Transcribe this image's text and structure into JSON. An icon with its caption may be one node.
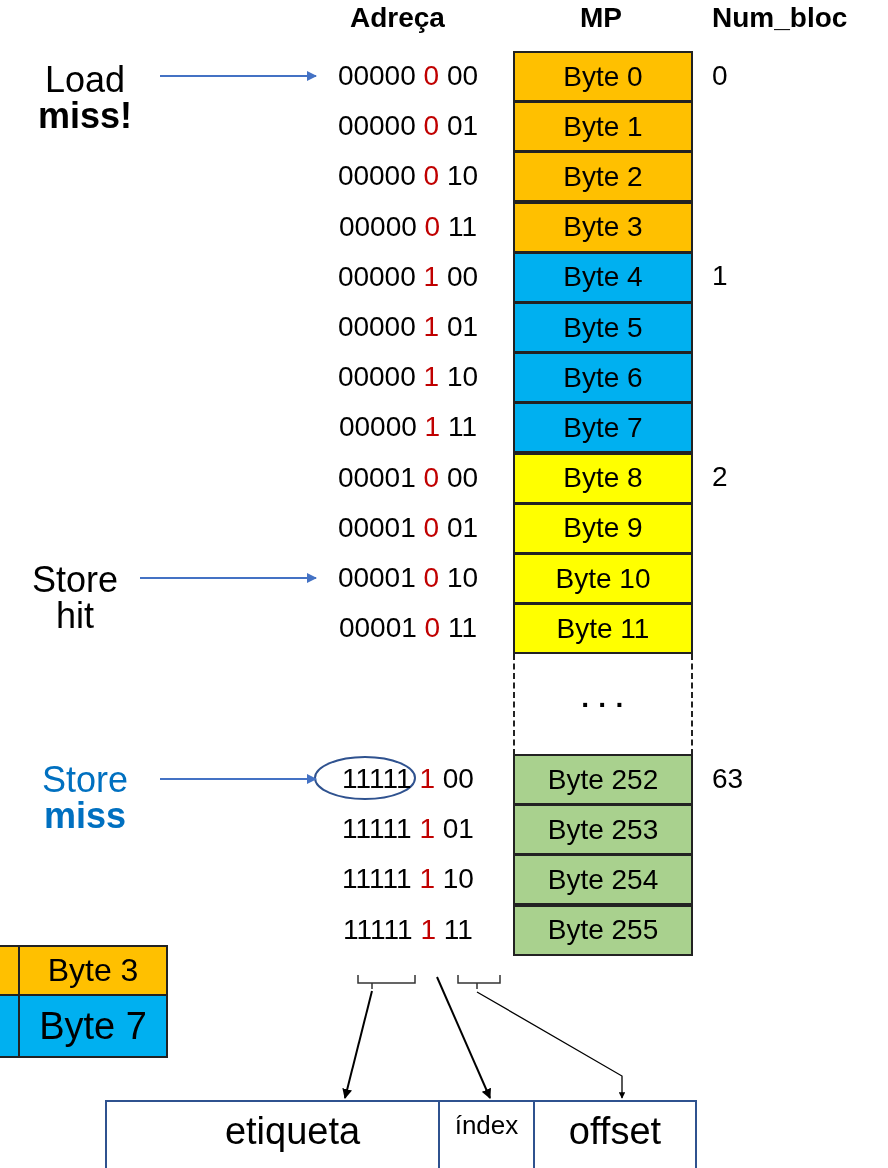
{
  "diagram": {
    "nodes": [
      {
        "text": [
          "Load **miss!**"
        ]
      },
      {
        "text": [
          "Store hit"
        ]
      },
      {
        "text": [
          "Store **miss**"
        ]
      },
      {
        "text": [
          "00000 0 00"
        ]
      },
      {
        "text": [
          "00000 0 01"
        ]
      },
      {
        "text": [
          "00000 0 10"
        ]
      },
      {
        "text": [
          "00000 0 11"
        ]
      },
      {
        "text": [
          "00000 1 00"
        ]
      },
      {
        "text": [
          "00000 1 01"
        ]
      },
      {
        "text": [
          "00000 1 10"
        ]
      },
      {
        "text": [
          "00000 1 11"
        ]
      },
      {
        "text": [
          "00001 0 00"
        ]
      },
      {
        "text": [
          "00001 0 01"
        ]
      },
      {
        "text": [
          "00001 0 10"
        ]
      },
      {
        "text": [
          "00001 0 11"
        ]
      },
      {
        "text": [
          "11111 1 00"
        ]
      },
      {
        "text": [
          "11111 1 01"
        ]
      },
      {
        "text": [
          "11111 1 10"
        ]
      },
      {
        "text": [
          "11111 1 11"
        ]
      },
      {
        "text": [
          "Byte 0"
        ]
      },
      {
        "text": [
          "Byte 1"
        ]
      },
      {
        "text": [
          "Byte 2"
        ]
      },
      {
        "text": [
          "Byte 3"
        ]
      },
      {
        "text": [
          "Byte 4"
        ]
      },
      {
        "text": [
          "Byte 5"
        ]
      },
      {
        "text": [
          "Byte 6"
        ]
      },
      {
        "text": [
          "Byte 7"
        ]
      },
      {
        "text": [
          "Byte 8"
        ]
      },
      {
        "text": [
          "Byte 9"
        ]
      },
      {
        "text": [
          "Byte 10"
        ]
      },
      {
        "text": [
          "Byte 11"
        ]
      },
      {
        "text": [
          "· · ·"
        ]
      },
      {
        "text": [
          "Byte 252"
        ]
      },
      {
        "text": [
          "Byte 253"
        ]
      },
      {
        "text": [
          "Byte 254"
        ]
      },
      {
        "text": [
          "Byte 255"
        ]
      },
      {
        "text": [],
        "shape": "box"
      },
      {
        "text": [
          "Byte 3"
        ]
      },
      {
        "text": [],
        "shape": "box"
      },
      {
        "text": [
          "Byte 7"
        ]
      },
      {
        "text": [
          "etiqueta"
        ]
      },
      {
        "text": [
          "índex"
        ]
      },
      {
        "text": [
          "offset"
        ]
      }
    ],
    "edges": [
      {
        "from": 0,
        "to": 3,
        "arrow": "to",
        "color": "#4472c4"
      },
      {
        "from": 1,
        "to": 13,
        "arrow": "to",
        "color": "#4472c4"
      },
      {
        "from": 2,
        "to": 15,
        "arrow": "to",
        "color": "#4472c4"
      },
      {
        "from": null,
        "to": 40,
        "arrow": "to",
        "color": "#000000"
      },
      {
        "from": null,
        "to": 41,
        "arrow": "to",
        "color": "#000000"
      },
      {
        "from": null,
        "to": 42,
        "arrow": "to",
        "color": "#000000"
      }
    ],
    "labels": [
      "Adreça",
      "MP",
      "Num_bloc",
      "0",
      "1",
      "2",
      "63"
    ]
  }
}
